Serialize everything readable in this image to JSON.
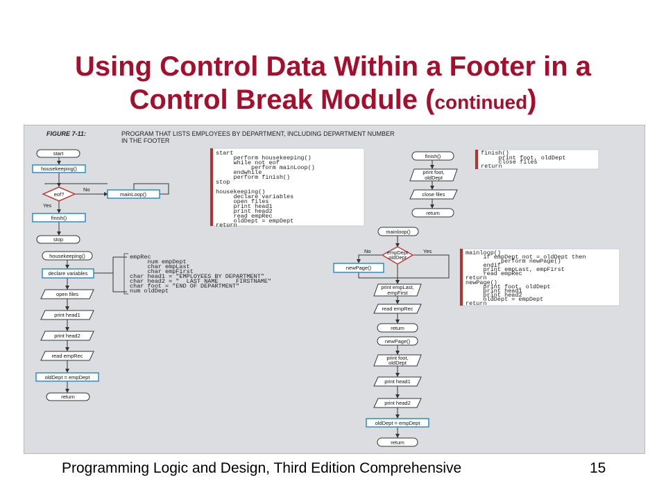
{
  "slide": {
    "title_main": "Using Control Data Within a Footer in a Control Break Module (",
    "title_small": "continued",
    "title_close": ")",
    "footer_text": "Programming Logic and Design, Third Edition Comprehensive",
    "page_number": "15"
  },
  "figure": {
    "caption_label": "FIGURE 7-11:",
    "caption_line1": "PROGRAM THAT LISTS EMPLOYEES BY DEPARTMENT, INCLUDING DEPARTMENT NUMBER",
    "caption_line2": "IN THE FOOTER",
    "main_flow": {
      "start": "start",
      "housekeeping": "housekeeping()",
      "eof": "eof?",
      "no": "No",
      "yes": "Yes",
      "mainloop": "mainLoop()",
      "finish": "finish()",
      "stop": "stop"
    },
    "main_code": [
      "start",
      "     perform housekeeping()",
      "     while not eof",
      "          perform mainLoop()",
      "     endwhile",
      "     perform finish()",
      "stop",
      "",
      "housekeeping()",
      "     declare variables",
      "     open files",
      "     print head1",
      "     print head2",
      "     read empRec",
      "     oldDept = empDept",
      "return"
    ],
    "hk_flow": {
      "hk": "housekeeping()",
      "declare": "declare variables",
      "open": "open files",
      "head1": "print head1",
      "head2": "print head2",
      "read": "read empRec",
      "assign": "oldDept = empDept",
      "ret": "return"
    },
    "decl_code": [
      "empRec",
      "     num empDept",
      "     char empLast",
      "     char empFirst",
      "char head1 = \"EMPLOYEES BY DEPARTMENT\"",
      "char head2 = \"  LAST NAME     FIRSTNAME\"",
      "char foot = \"END OF DEPARTMENT\"",
      "num oldDept"
    ],
    "finish_flow": {
      "finish": "finish()",
      "print1": "print foot,",
      "print2": "oldDept",
      "close": "close files",
      "ret": "return"
    },
    "finish_code": [
      "finish()",
      "     print foot, oldDept",
      "     close files",
      "return"
    ],
    "mainloop_flow": {
      "mainloop": "mainloop()",
      "dec1": "empDept",
      "dec2": "oldDept",
      "no": "No",
      "yes": "Yes",
      "newpage": "newPage()",
      "print1": "print empLast,",
      "print2": "empFirst",
      "read": "read empRec",
      "ret": "return"
    },
    "mainloop_code": [
      "mainloop()",
      "     if empDept not = oldDept then",
      "          perform newPage()",
      "     endif",
      "     print empLast, empFirst",
      "     read empRec",
      "return",
      "newPage()",
      "     print foot, oldDept",
      "     print head1",
      "     print head2",
      "     oldDept = empDept",
      "return"
    ],
    "newpage_flow": {
      "newpage": "newPage()",
      "print1": "print foot,",
      "print2": "oldDept",
      "head1": "print head1",
      "head2": "print head2",
      "assign": "oldDept = empDept",
      "ret": "return"
    }
  }
}
